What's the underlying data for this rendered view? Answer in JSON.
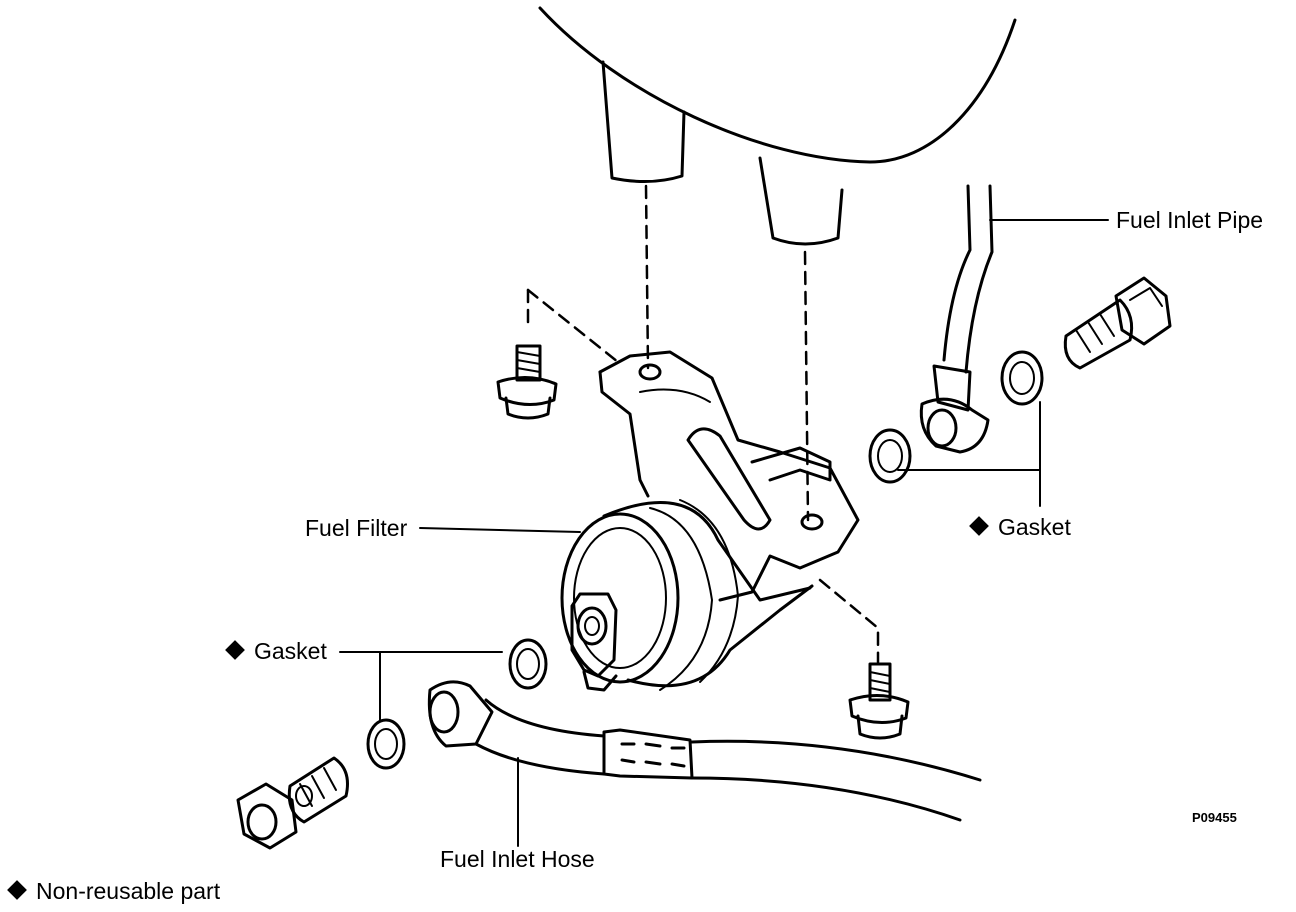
{
  "labels": {
    "fuel_inlet_pipe": "Fuel Inlet Pipe",
    "gasket_right": "Gasket",
    "fuel_filter": "Fuel Filter",
    "gasket_left": "Gasket",
    "fuel_inlet_hose": "Fuel Inlet Hose",
    "figure_code": "P09455",
    "legend": "Non-reusable part"
  },
  "icons": {
    "non_reusable_marker": "diamond-icon"
  },
  "colors": {
    "line": "#000000",
    "background": "#ffffff"
  }
}
